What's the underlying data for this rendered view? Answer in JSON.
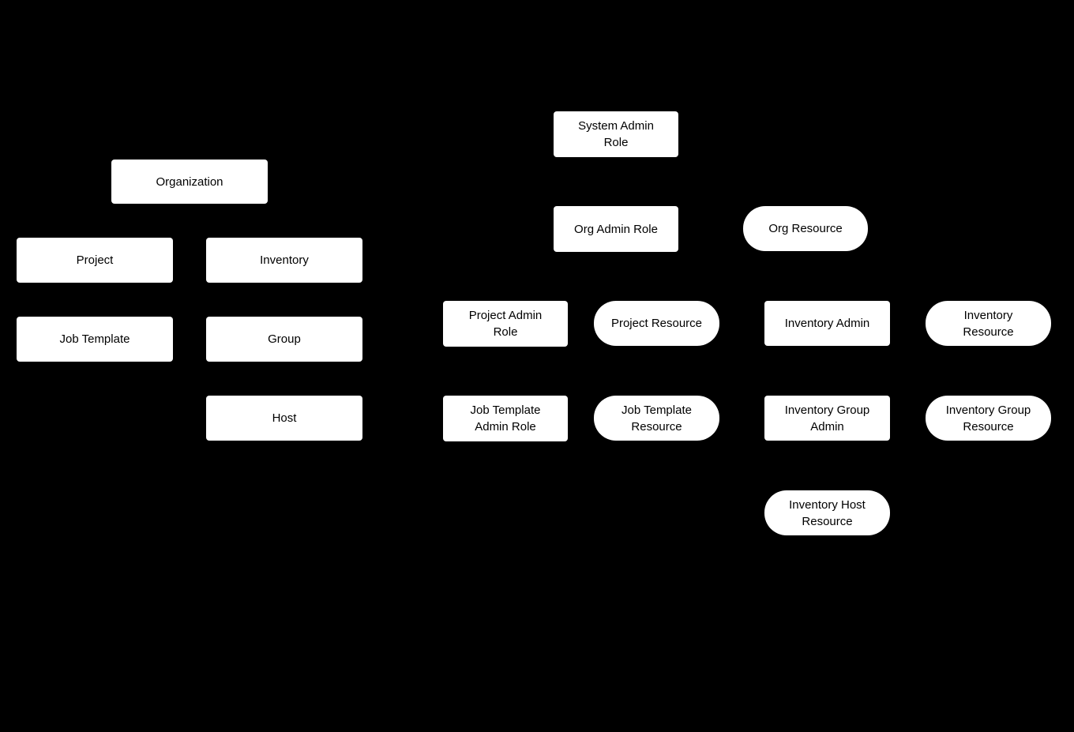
{
  "diagram": {
    "colors": {
      "background": "#000000",
      "node_fill": "#ffffff",
      "node_text": "#000000"
    },
    "nodes": [
      {
        "id": "organization",
        "label": "Organization",
        "shape": "rectangle"
      },
      {
        "id": "project",
        "label": "Project",
        "shape": "rectangle"
      },
      {
        "id": "inventory",
        "label": "Inventory",
        "shape": "rectangle"
      },
      {
        "id": "job-template",
        "label": "Job Template",
        "shape": "rectangle"
      },
      {
        "id": "group",
        "label": "Group",
        "shape": "rectangle"
      },
      {
        "id": "host",
        "label": "Host",
        "shape": "rectangle"
      },
      {
        "id": "system-admin-role",
        "label": "System Admin\nRole",
        "shape": "rectangle"
      },
      {
        "id": "org-admin-role",
        "label": "Org Admin Role",
        "shape": "rectangle"
      },
      {
        "id": "org-resource",
        "label": "Org Resource",
        "shape": "stadium"
      },
      {
        "id": "project-admin-role",
        "label": "Project Admin\nRole",
        "shape": "rectangle"
      },
      {
        "id": "project-resource",
        "label": "Project Resource",
        "shape": "stadium"
      },
      {
        "id": "inventory-admin",
        "label": "Inventory Admin",
        "shape": "rectangle"
      },
      {
        "id": "inventory-resource",
        "label": "Inventory\nResource",
        "shape": "stadium"
      },
      {
        "id": "job-template-admin-role",
        "label": "Job Template\nAdmin Role",
        "shape": "rectangle"
      },
      {
        "id": "job-template-resource",
        "label": "Job Template\nResource",
        "shape": "stadium"
      },
      {
        "id": "inventory-group-admin",
        "label": "Inventory Group\nAdmin",
        "shape": "rectangle"
      },
      {
        "id": "inventory-group-resource",
        "label": "Inventory Group\nResource",
        "shape": "stadium"
      },
      {
        "id": "inventory-host-resource",
        "label": "Inventory Host\nResource",
        "shape": "stadium"
      }
    ]
  }
}
